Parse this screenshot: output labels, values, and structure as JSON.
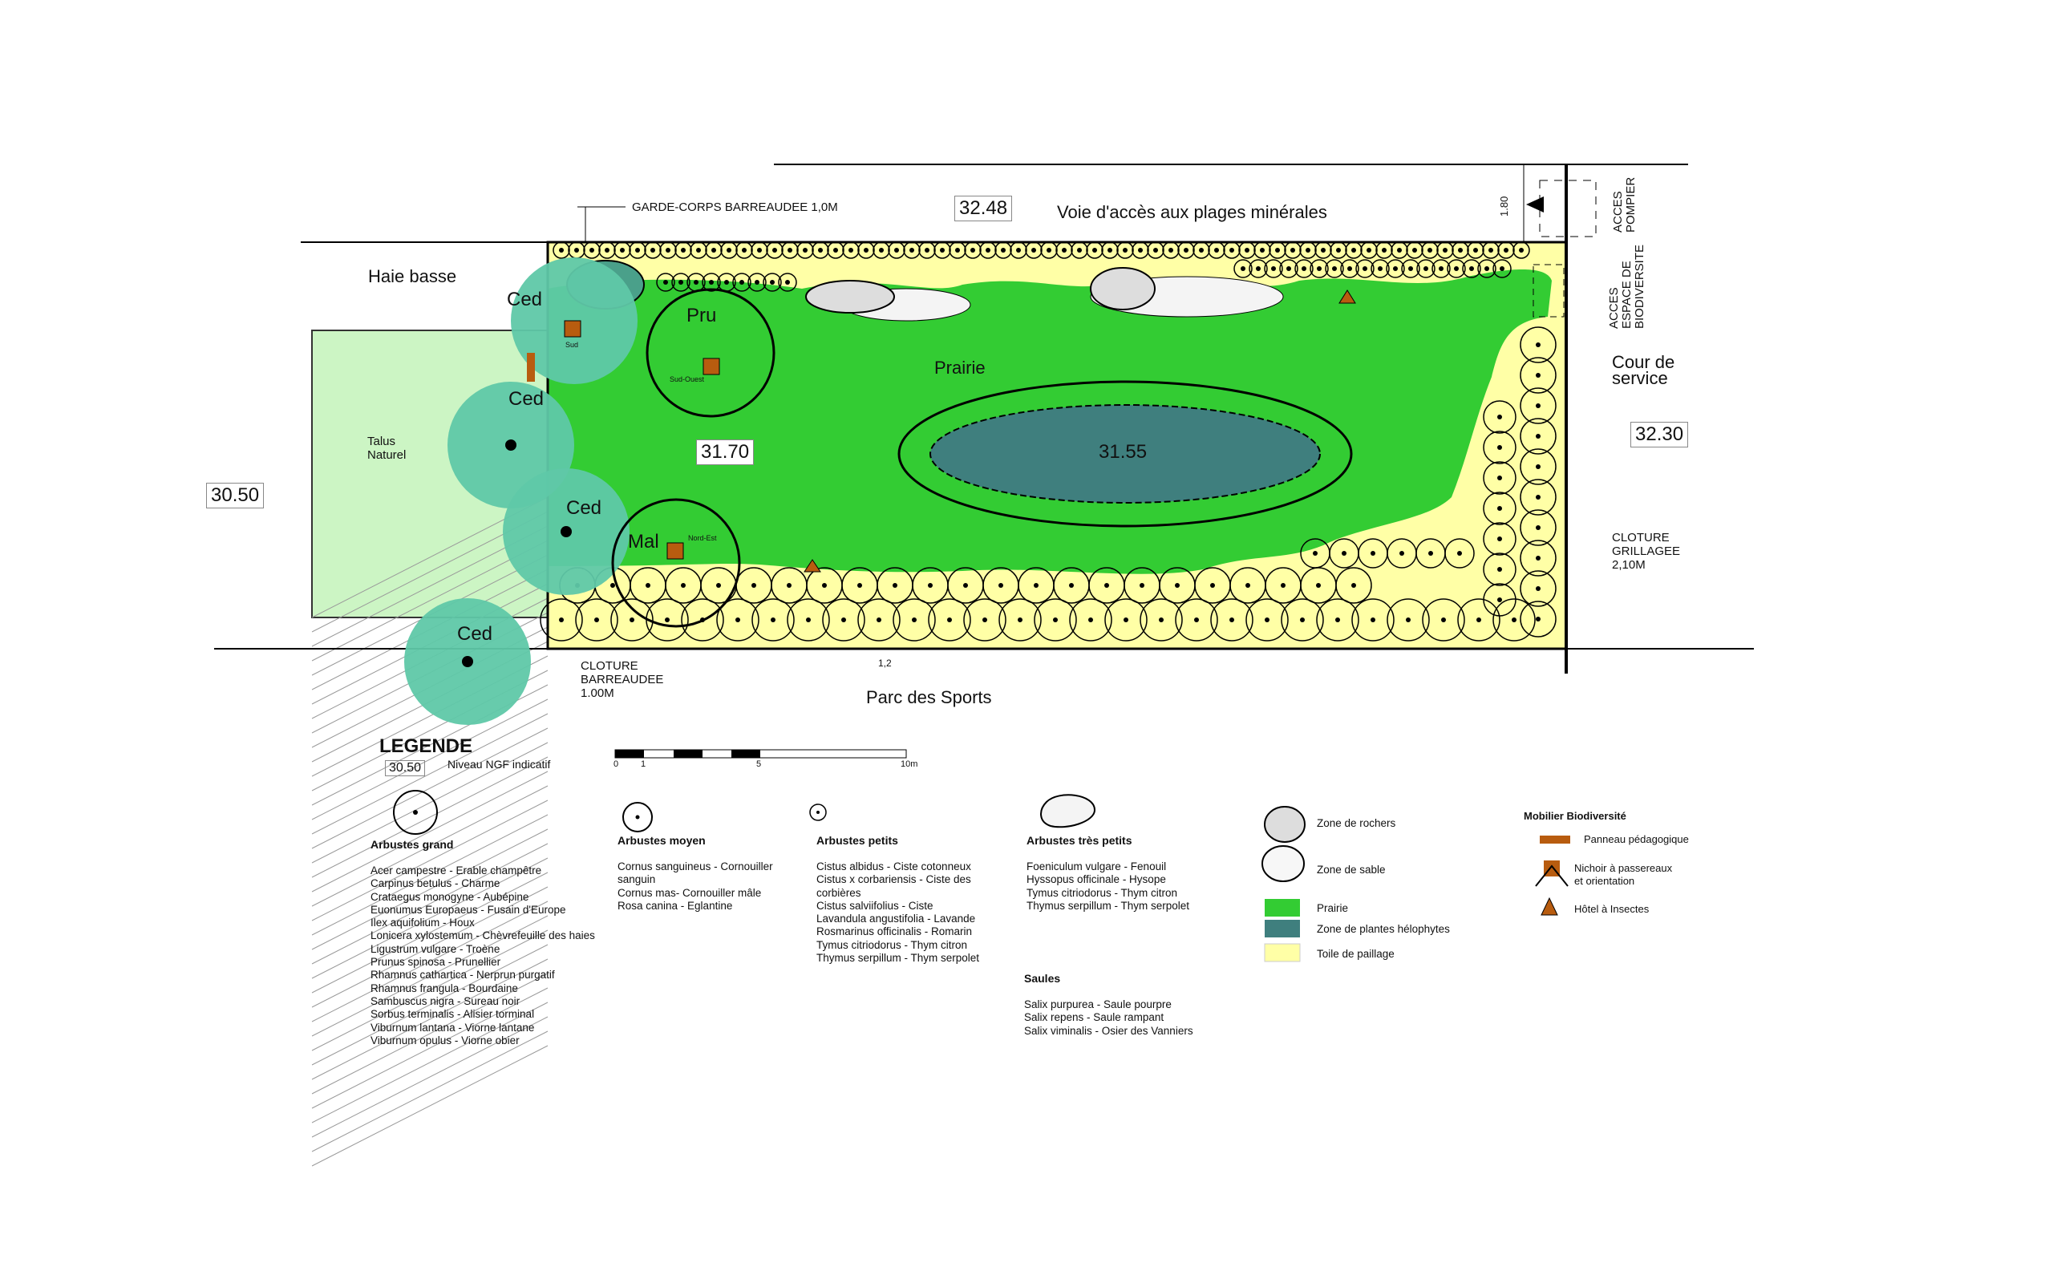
{
  "plan": {
    "road_label": "Voie d'accès aux plages minérales",
    "garde_corps": "GARDE-CORPS BARREAUDEE 1,0M",
    "haie_basse": "Haie basse",
    "talus": [
      "Talus",
      "Naturel"
    ],
    "prairie": "Prairie",
    "cour_service": [
      "Cour de",
      "service"
    ],
    "cloture_grillagee": [
      "CLOTURE",
      "GRILLAGEE",
      "2,10M"
    ],
    "cloture_barreaudee": [
      "CLOTURE",
      "BARREAUDEE",
      "1.00M"
    ],
    "parc_sports": "Parc des Sports",
    "acces_pompier": [
      "ACCES",
      "POMPIER"
    ],
    "acces_biodiversite": [
      "ACCES",
      "ESPACE DE",
      "BIODIVERSITE"
    ],
    "dim_180": "1.80",
    "dim_12": "1,2",
    "levels": {
      "road": "32.48",
      "prairie": "31.70",
      "pond": "31.55",
      "left": "30.50",
      "right": "32.30"
    },
    "trees": [
      "Ced",
      "Ced",
      "Ced",
      "Ced",
      "Pru",
      "Mal"
    ],
    "orientations": [
      "Sud",
      "Sud-Ouest",
      "Nord-Est"
    ]
  },
  "legend": {
    "title": "LEGENDE",
    "ngf_value": "30.50",
    "ngf_label": "Niveau NGF indicatif",
    "scale_ticks": [
      "0",
      "1",
      "5",
      "10m"
    ],
    "groups": [
      {
        "title": "Arbustes grand",
        "items": [
          "Acer campestre - Erable champêtre",
          "Carpinus betulus - Charme",
          "Crataegus monogyne - Aubépine",
          "Euonumus Europaeus - Fusain d'Europe",
          "Ilex aquifolium - Houx",
          "Lonicera xylostemum - Chèvrefeuille des haies",
          "Ligustrum vulgare - Troène",
          "Prunus spinosa - Prunellier",
          "Rhamnus cathartica - Nerprun purgatif",
          "Rhamnus frangula - Bourdaine",
          "Sambuscus nigra - Sureau noir",
          "Sorbus terminalis - Alisier torminal",
          "Viburnum lantana - Viorne lantane",
          "Viburnum opulus - Viorne obier"
        ]
      },
      {
        "title": "Arbustes moyen",
        "items": [
          "Cornus sanguineus - Cornouiller",
          "sanguin",
          "Cornus mas- Cornouiller mâle",
          "Rosa canina - Eglantine"
        ]
      },
      {
        "title": "Arbustes petits",
        "items": [
          "Cistus albidus - Ciste cotonneux",
          "Cistus x corbariensis - Ciste des",
          "corbières",
          "Cistus salviifolius - Ciste",
          "Lavandula angustifolia - Lavande",
          "Rosmarinus officinalis - Romarin",
          "Tymus citriodorus - Thym citron",
          "Thymus serpillum - Thym serpolet"
        ]
      },
      {
        "title": "Arbustes très petits",
        "items": [
          "Foeniculum vulgare - Fenouil",
          "Hyssopus officinale - Hysope",
          "Tymus citriodorus - Thym citron",
          "Thymus serpillum - Thym serpolet"
        ]
      },
      {
        "title": "Saules",
        "items": [
          "Salix purpurea - Saule pourpre",
          "Salix repens - Saule rampant",
          "Salix viminalis - Osier des Vanniers"
        ]
      }
    ],
    "zones": [
      {
        "label": "Zone de rochers"
      },
      {
        "label": "Zone de sable"
      },
      {
        "label": "Prairie",
        "color": "#33cc33"
      },
      {
        "label": "Zone de plantes hélophytes",
        "color": "#3f7f7e"
      },
      {
        "label": "Toile de paillage",
        "color": "#ffffa6"
      }
    ],
    "mobilier": {
      "title": "Mobilier Biodiversité",
      "items": [
        "Panneau pédagogique",
        "Nichoir à passereaux",
        "et orientation",
        "Hôtel à Insectes"
      ],
      "color": "#b85c0f"
    }
  },
  "colors": {
    "prairie": "#33cc33",
    "paillage": "#ffffa6",
    "helophytes": "#3f7f7e",
    "cedre": "#5fc8a8",
    "talus": "#ccf5c4",
    "mobilier": "#b85c0f"
  }
}
